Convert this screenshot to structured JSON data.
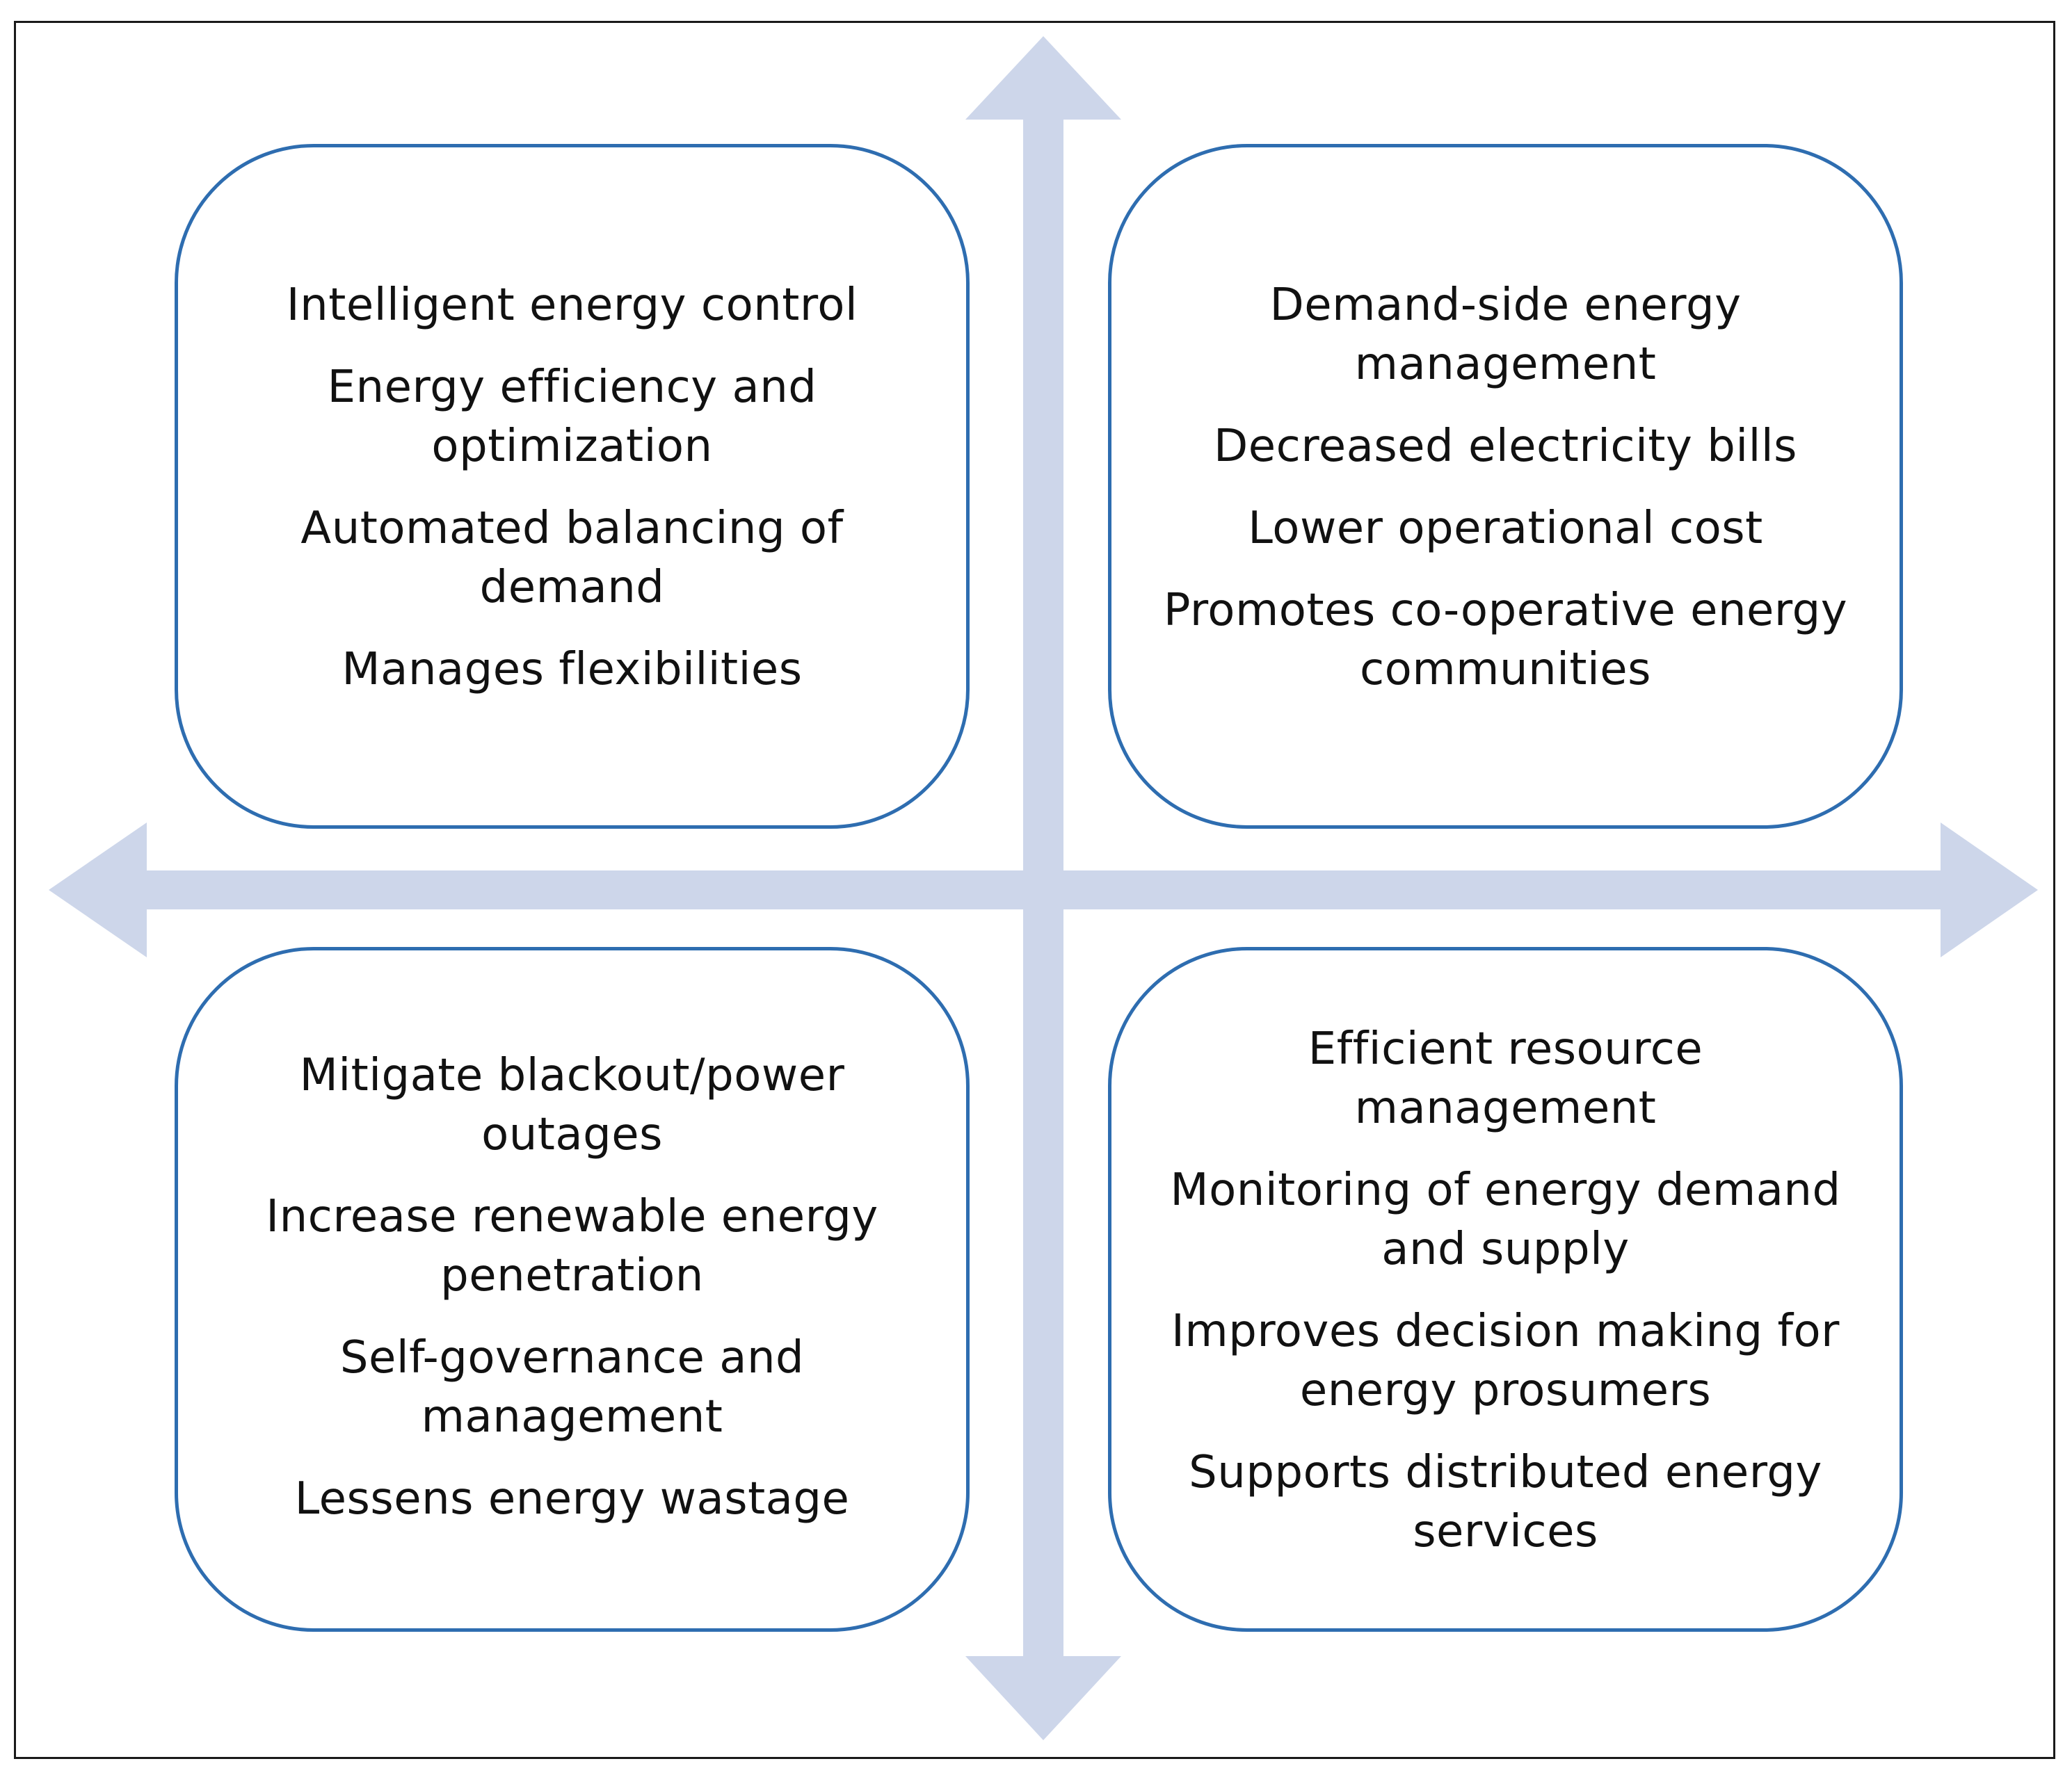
{
  "colors": {
    "arrow_fill": "#cdd6ea",
    "box_border": "#2e6db0",
    "frame_border": "#1a1a1a",
    "text": "#111111"
  },
  "quadrants": {
    "top_left": {
      "items": [
        "Intelligent energy control",
        "Energy efficiency  and optimization",
        "Automated balancing of demand",
        "Manages flexibilities"
      ]
    },
    "top_right": {
      "items": [
        "Demand-side energy management",
        "Decreased electricity bills",
        "Lower operational cost",
        "Promotes co-operative energy communities"
      ]
    },
    "bottom_left": {
      "items": [
        "Mitigate blackout/power outages",
        "Increase renewable energy penetration",
        "Self-governance and management",
        "Lessens energy wastage"
      ]
    },
    "bottom_right": {
      "items": [
        "Efficient resource management",
        "Monitoring of energy demand and supply",
        "Improves decision making for energy prosumers",
        "Supports distributed energy services"
      ]
    }
  }
}
